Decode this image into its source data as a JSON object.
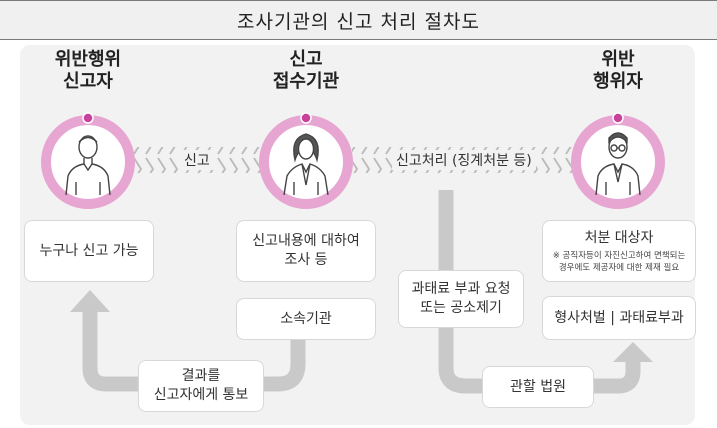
{
  "title": "조사기관의 신고 처리 절차도",
  "actors": {
    "reporter": {
      "line1": "위반행위",
      "line2": "신고자",
      "icon": "man-icon"
    },
    "agency": {
      "line1": "신고",
      "line2": "접수기관",
      "icon": "woman-icon"
    },
    "violator": {
      "line1": "위반",
      "line2": "행위자",
      "icon": "glasses-man-icon"
    }
  },
  "flows": {
    "report": "신고",
    "process": "신고처리 (징계처분 등)"
  },
  "boxes": {
    "anyone": "누구나 신고 가능",
    "investigate_line1": "신고내용에 대하여",
    "investigate_line2": "조사 등",
    "affiliated": "소속기관",
    "result_line1": "결과를",
    "result_line2": "신고자에게 통보",
    "fine_line1": "과태료 부과 요청",
    "fine_line2": "또는 공소제기",
    "court": "관할 법원",
    "target_title": "처분 대상자",
    "target_note1": "※ 공직자등이 자진신고하여 면책되는",
    "target_note2": "경우에도 제공자에 대한 제재 필요",
    "penalty": "형사처벌 | 과태료부과"
  },
  "colors": {
    "ring": "#e7a6d2",
    "ring_dot": "#c8419a",
    "arrow": "#c9c9c9"
  }
}
